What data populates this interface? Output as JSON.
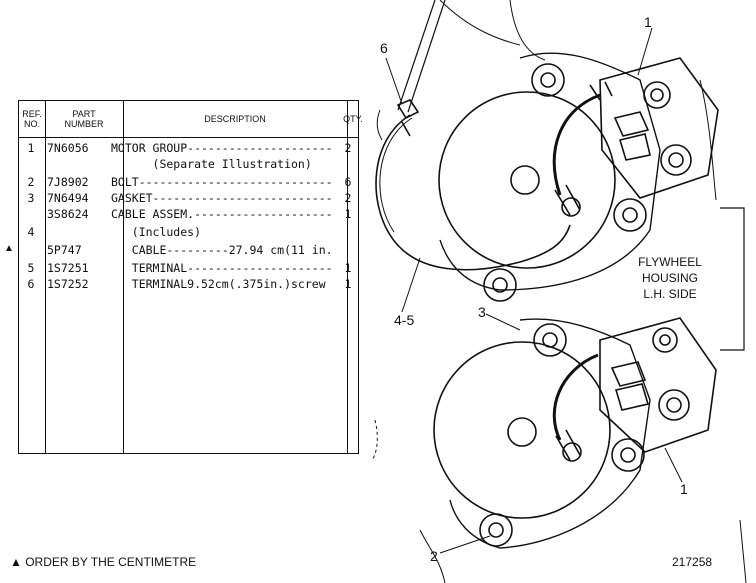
{
  "table": {
    "headers": {
      "ref": "REF.\nNO.",
      "part": "PART\nNUMBER",
      "desc": "DESCRIPTION",
      "qty": "QTY."
    },
    "rows": [
      {
        "ref": "1",
        "part": "7N6056",
        "desc": "MOTOR GROUP------------------------",
        "qty": "2"
      },
      {
        "ref": "",
        "part": "",
        "desc": "      (Separate Illustration)",
        "qty": ""
      },
      {
        "ref": "2",
        "part": "7J8902",
        "desc": "BOLT-------------------------------",
        "qty": "6"
      },
      {
        "ref": "3",
        "part": "7N6494",
        "desc": "GASKET-----------------------------",
        "qty": "2"
      },
      {
        "ref": "",
        "part": "3S8624",
        "desc": "CABLE ASSEM.-----------------------",
        "qty": "1"
      },
      {
        "ref": "4",
        "part": "",
        "desc": "   (Includes)",
        "qty": ""
      },
      {
        "ref": "",
        "part": "5P747",
        "desc": "   CABLE---------27.94 cm(11 in.)",
        "qty": ""
      },
      {
        "ref": "5",
        "part": "1S7251",
        "desc": "   TERMINAL-----------------------",
        "qty": "1"
      },
      {
        "ref": "6",
        "part": "1S7252",
        "desc": "   TERMINAL9.52cm(.375in.)screw",
        "qty": "1"
      }
    ]
  },
  "footnote": "▲ ORDER BY THE CENTIMETRE",
  "figure_number": "217258",
  "callouts": {
    "c1_top": "1",
    "c6": "6",
    "c45": "4-5",
    "c3": "3",
    "c1_bottom": "1",
    "c2": "2"
  },
  "housing_label": "FLYWHEEL\nHOUSING\nL.H. SIDE"
}
